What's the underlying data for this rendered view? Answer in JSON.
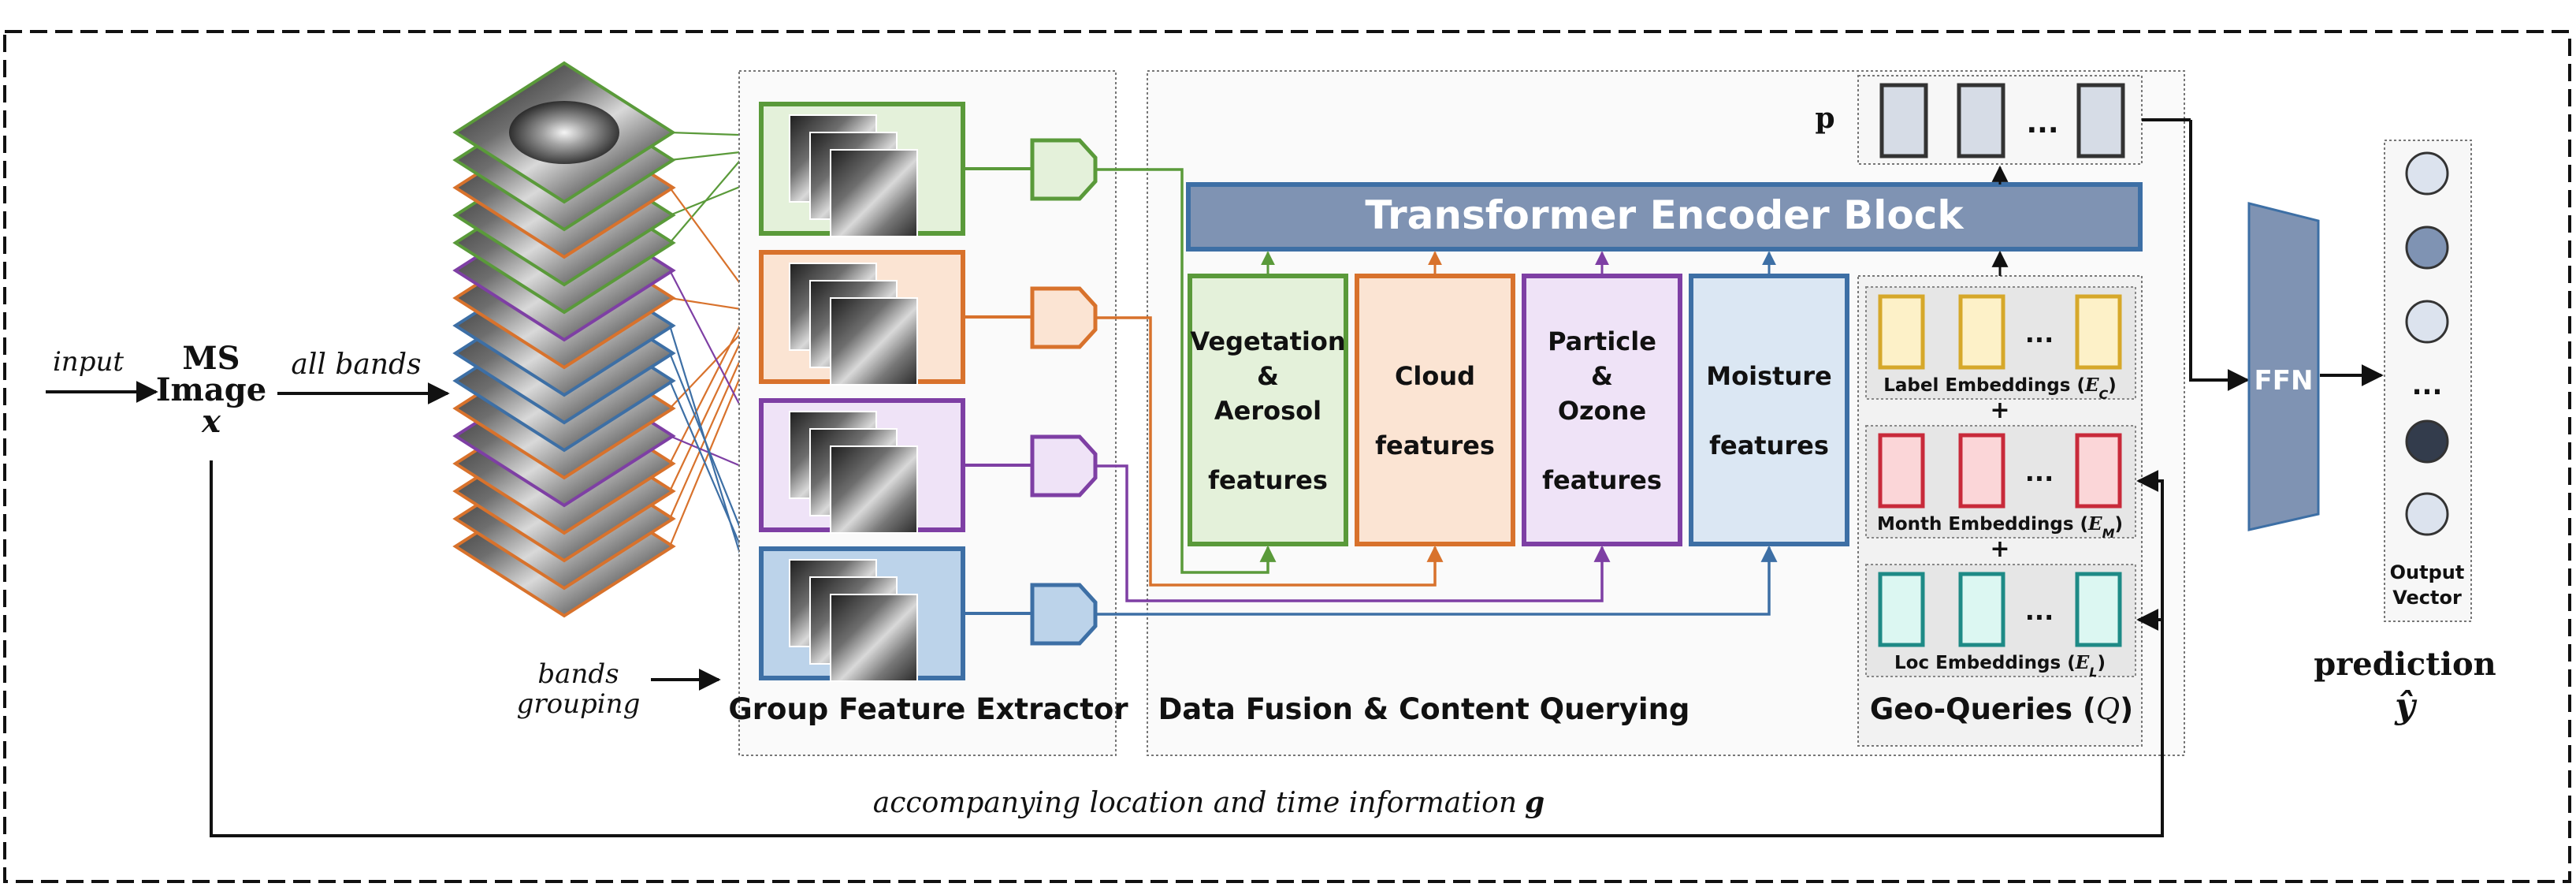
{
  "input": {
    "input_label": "input",
    "ms_line1": "MS",
    "ms_line2": "Image",
    "ms_var": "x",
    "all_bands_label": "all bands",
    "bands_grouping_line1": "bands",
    "bands_grouping_line2": "grouping"
  },
  "group_feature_extractor": {
    "title": "Group Feature Extractor",
    "groups": [
      {
        "id": "green",
        "color": "#5a9a3a",
        "fill": "#e4f1da"
      },
      {
        "id": "orange",
        "color": "#d8722c",
        "fill": "#fbe4d3"
      },
      {
        "id": "purple",
        "color": "#7e3fa4",
        "fill": "#efe3f7"
      },
      {
        "id": "blue",
        "color": "#3d6fa5",
        "fill": "#bcd3ea"
      }
    ]
  },
  "fusion": {
    "title": "Data Fusion & Content Querying",
    "transformer_label": "Transformer Encoder Block",
    "p_label": "p",
    "ellipsis": "...",
    "features": [
      {
        "lines": [
          "Vegetation",
          "&",
          "Aerosol",
          "",
          "features"
        ],
        "color": "#5a9a3a",
        "fill": "#e4f1da"
      },
      {
        "lines": [
          "Cloud",
          "",
          "features"
        ],
        "color": "#d8722c",
        "fill": "#fbe4d3"
      },
      {
        "lines": [
          "Particle",
          "&",
          "Ozone",
          "",
          "features"
        ],
        "color": "#7e3fa4",
        "fill": "#efe3f7"
      },
      {
        "lines": [
          "Moisture",
          "",
          "features"
        ],
        "color": "#3d6fa5",
        "fill": "#dbe7f3"
      }
    ]
  },
  "geo_queries": {
    "title_prefix": "Geo-Queries (",
    "title_var": "Q",
    "title_suffix": ")",
    "label_emb_prefix": "Label Embeddings (",
    "label_emb_var": "E",
    "label_emb_sub": "C",
    "month_emb_prefix": "Month Embeddings (",
    "month_emb_var": "E",
    "month_emb_sub": "M",
    "loc_emb_prefix": "Loc Embeddings (",
    "loc_emb_var": "E",
    "loc_emb_sub": "L",
    "emb_suffix": ")",
    "plus": "+",
    "ellipsis": "..."
  },
  "ffn": {
    "label": "FFN"
  },
  "output": {
    "label_line1": "Output",
    "label_line2": "Vector",
    "ellipsis": "...",
    "prediction_label": "prediction",
    "y_hat": "ŷ"
  },
  "bottom": {
    "caption": "accompanying  location and time information",
    "caption_var": "g"
  },
  "colors": {
    "green": "#5a9a3a",
    "orange": "#d8722c",
    "purple": "#7e3fa4",
    "blue": "#3d6fa5",
    "steel": "#7f93b3",
    "transformer_text": "#ffffff"
  }
}
